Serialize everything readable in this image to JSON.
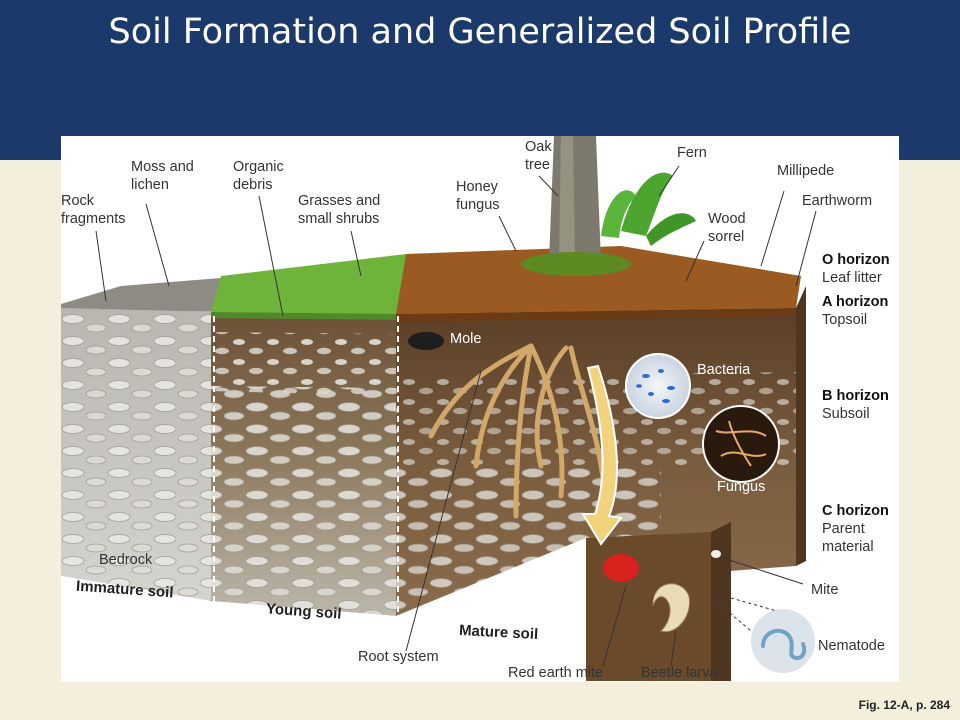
{
  "slide": {
    "title": "Soil Formation and Generalized Soil Profile",
    "caption": "Fig. 12-A, p. 284"
  },
  "labels": {
    "rock_fragments": "Rock\nfragments",
    "moss_lichen": "Moss and\nlichen",
    "organic_debris": "Organic\ndebris",
    "grasses_shrubs": "Grasses and\nsmall shrubs",
    "honey_fungus": "Honey\nfungus",
    "oak_tree": "Oak\ntree",
    "fern": "Fern",
    "wood_sorrel": "Wood\nsorrel",
    "millipede": "Millipede",
    "earthworm": "Earthworm",
    "mole": "Mole",
    "bacteria": "Bacteria",
    "fungus": "Fungus",
    "bedrock": "Bedrock",
    "root_system": "Root system",
    "red_earth_mite": "Red earth mite",
    "beetle_larva": "Beetle larva",
    "mite": "Mite",
    "nematode": "Nematode"
  },
  "horizons": [
    {
      "name": "O horizon",
      "desc": "Leaf litter"
    },
    {
      "name": "A horizon",
      "desc": "Topsoil"
    },
    {
      "name": "B horizon",
      "desc": "Subsoil"
    },
    {
      "name": "C horizon",
      "desc": "Parent\nmaterial"
    }
  ],
  "soil_stages": {
    "immature": "Immature soil",
    "young": "Young soil",
    "mature": "Mature soil"
  },
  "colors": {
    "header": "#1b3a6b",
    "background": "#f3efdc",
    "soil": "#7a5c3e",
    "rock": "#c9c8c2",
    "grass": "#6fb43a",
    "arrow": "#f2d27a"
  }
}
